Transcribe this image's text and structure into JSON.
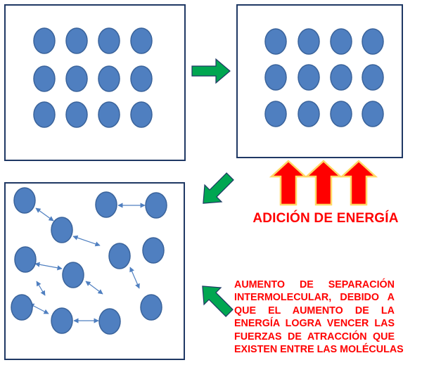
{
  "colors": {
    "molecule_fill": "#4f7fc0",
    "molecule_stroke": "#3a639b",
    "box_stroke": "#1f3864",
    "green_arrow": "#00a651",
    "red_arrow": "#ff0000",
    "red_arrow_stroke": "#ffd966",
    "text_red": "#ff0000"
  },
  "icons": {
    "process_arrow": "green-arrow-icon",
    "energy_arrow": "red-up-arrow-icon",
    "interaction": "double-headed-arrow-icon"
  },
  "labels": {
    "energy": "ADICIÓN DE ENERGÍA",
    "explanation_lines": [
      "AUMENTO DE SEPARACIÓN",
      "INTERMOLECULAR, DEBIDO A",
      "QUE EL AUMENTO DE LA",
      "ENERGÍA LOGRA VENCER LAS",
      "FUERZAS DE ATRACCIÓN QUE",
      "EXISTEN ENTRE LAS MOLÉCULAS"
    ]
  }
}
